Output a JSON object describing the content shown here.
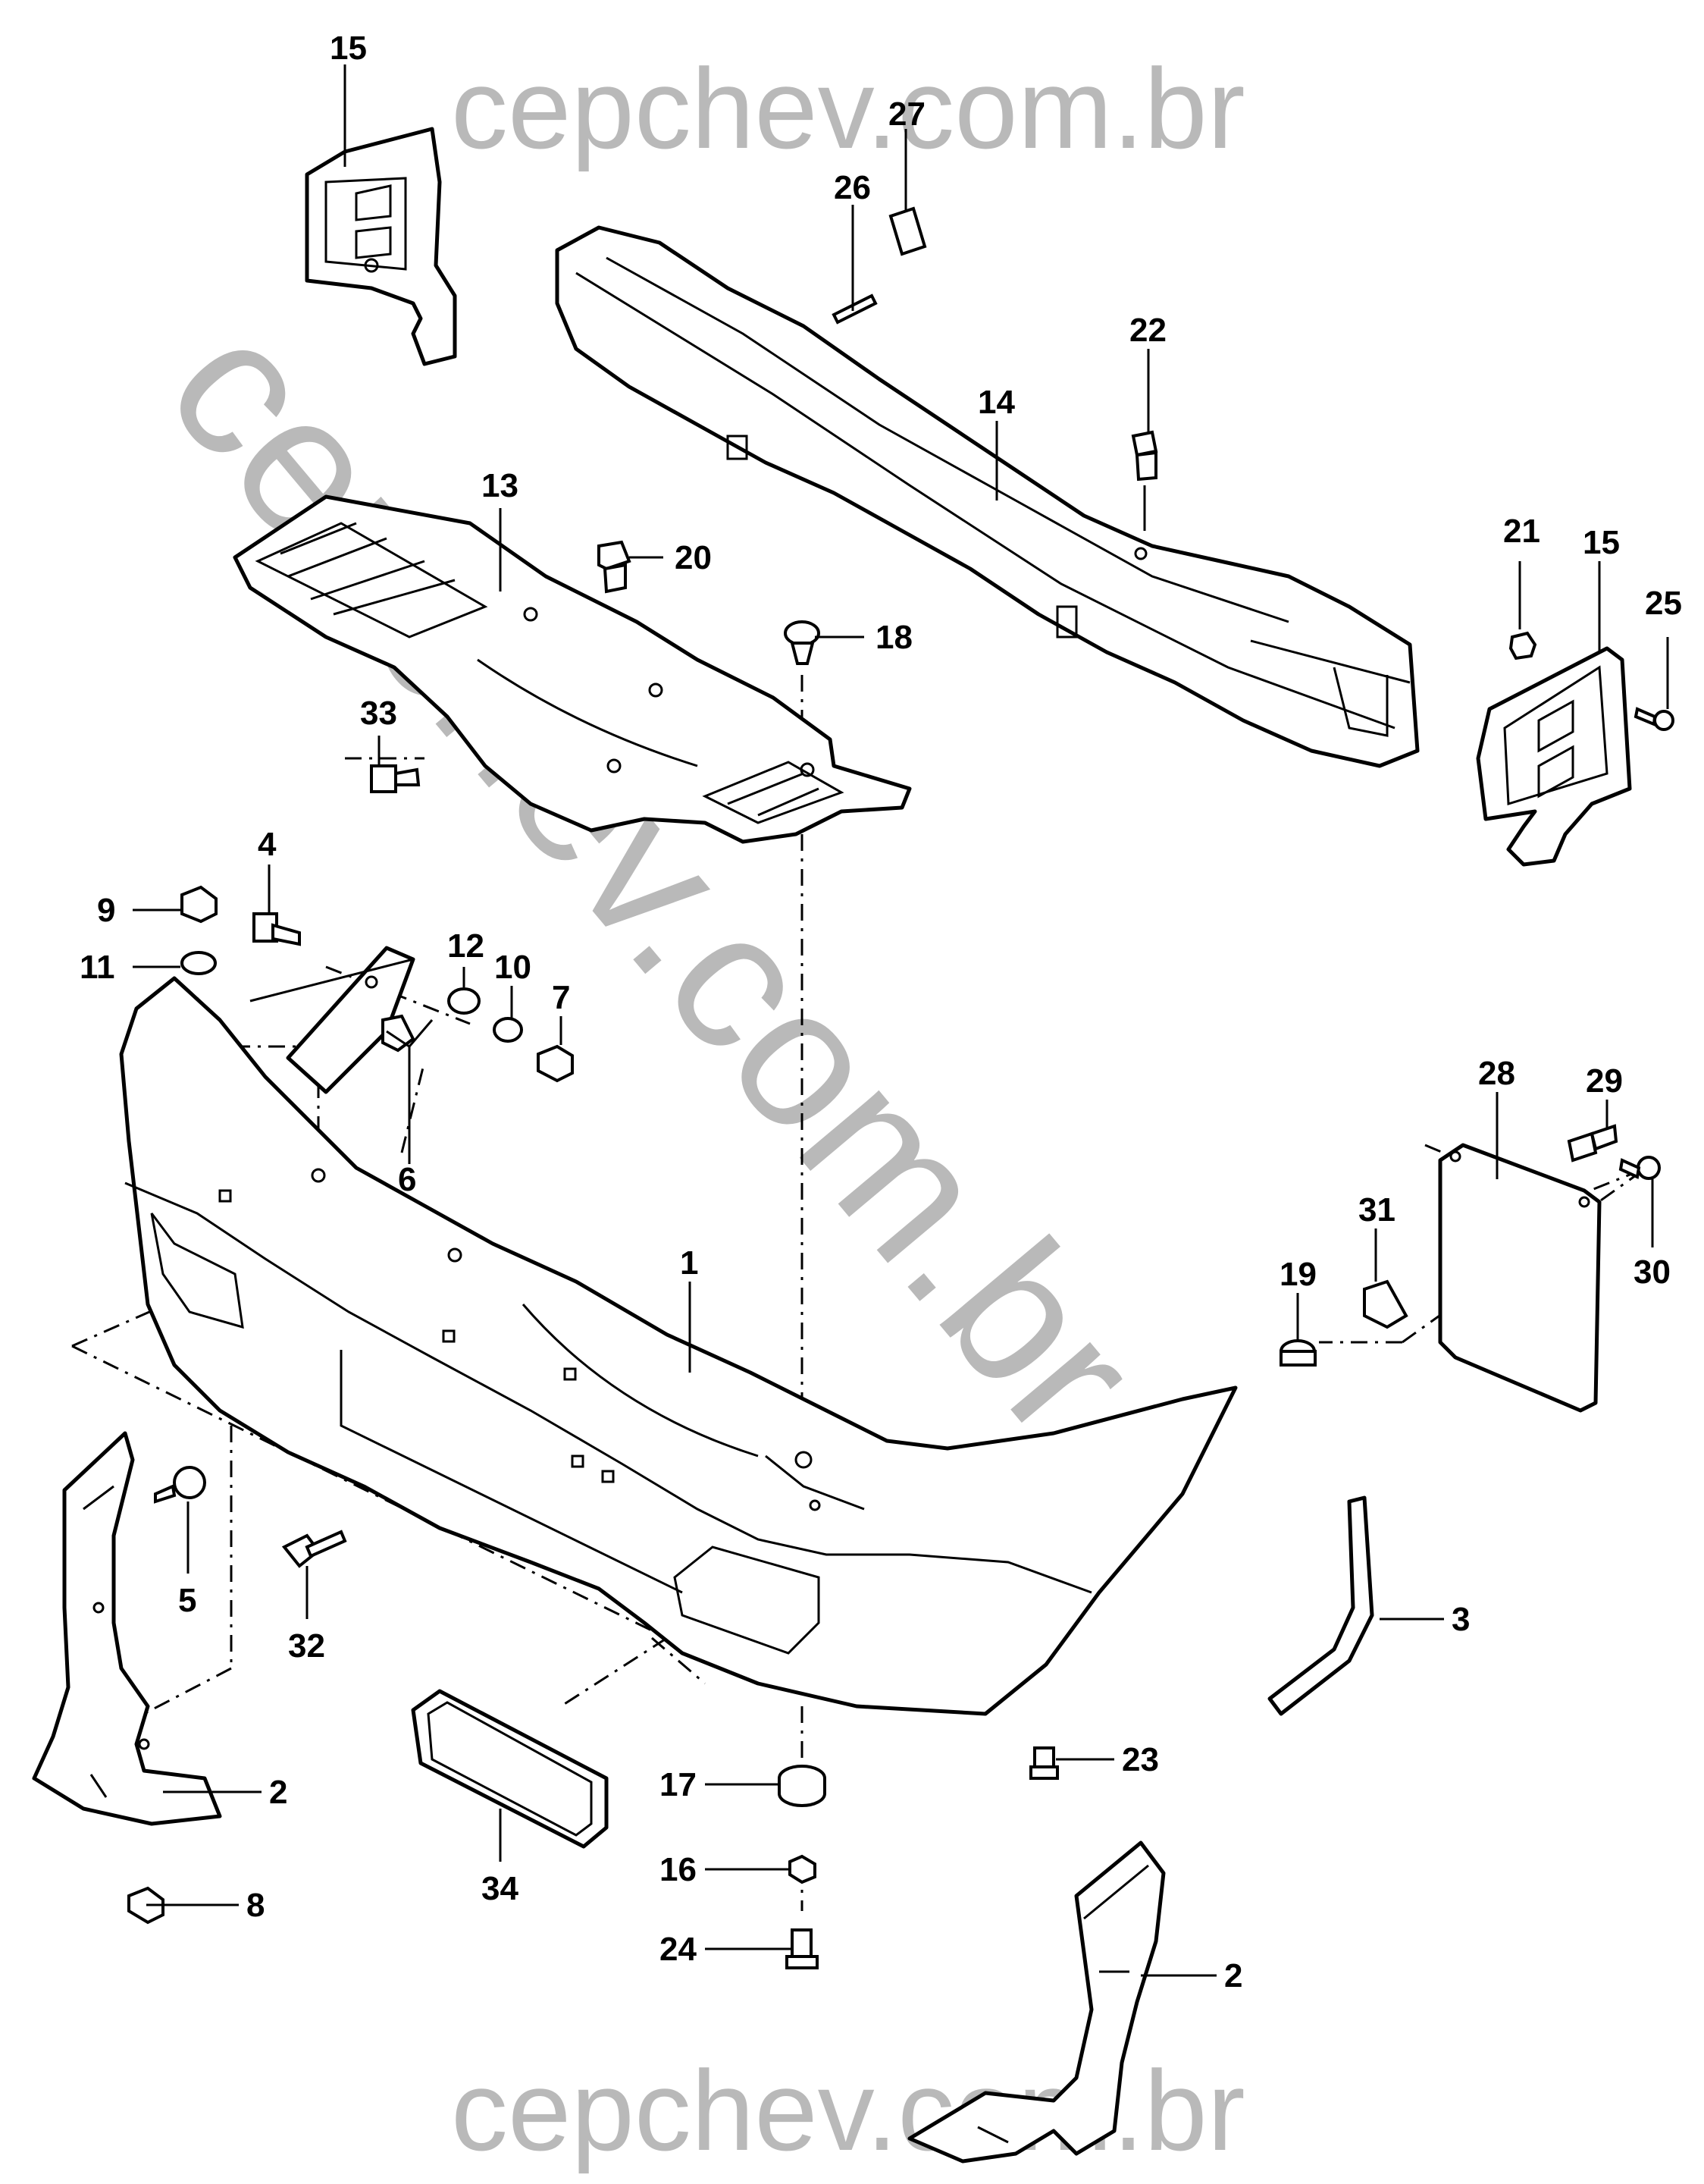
{
  "watermark": {
    "top": "cepchev.com.br",
    "diagonal": "cepchev.com.br",
    "bottom": "cepchev.com.br",
    "color": "#b9b9b9"
  },
  "callouts": {
    "c1": "1",
    "c2a": "2",
    "c2b": "2",
    "c3": "3",
    "c4": "4",
    "c5": "5",
    "c6": "6",
    "c7": "7",
    "c8": "8",
    "c9": "9",
    "c10": "10",
    "c11": "11",
    "c12": "12",
    "c13": "13",
    "c14": "14",
    "c15a": "15",
    "c15b": "15",
    "c16": "16",
    "c17": "17",
    "c18": "18",
    "c19": "19",
    "c20": "20",
    "c21": "21",
    "c22": "22",
    "c23": "23",
    "c24": "24",
    "c25": "25",
    "c26": "26",
    "c27": "27",
    "c28": "28",
    "c29": "29",
    "c30": "30",
    "c31": "31",
    "c32": "32",
    "c33": "33",
    "c34": "34"
  }
}
